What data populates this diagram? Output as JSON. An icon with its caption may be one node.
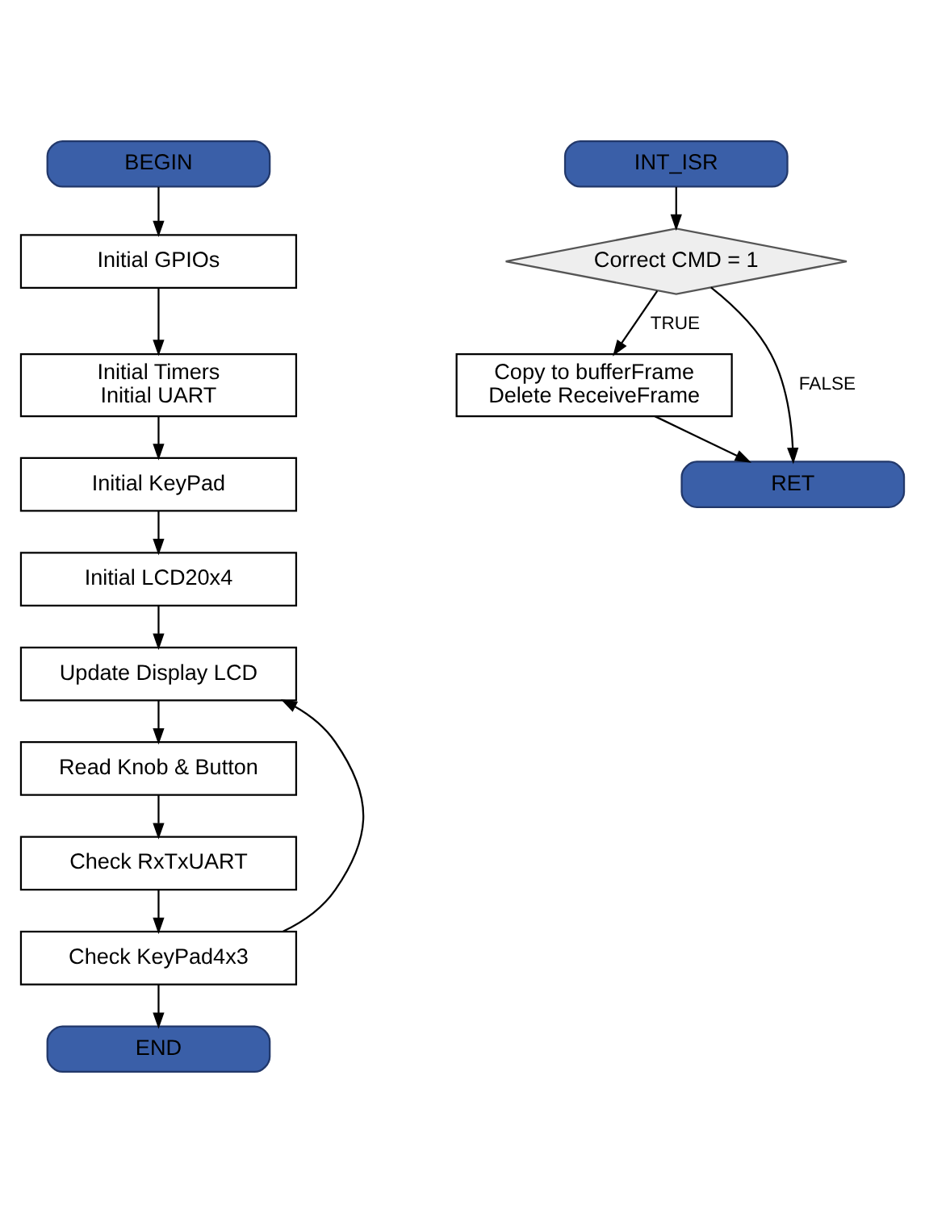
{
  "diagram": {
    "nodes": [
      {
        "text": [
          "BEGIN"
        ]
      },
      {
        "text": [
          "Initial GPIOs"
        ]
      },
      {
        "text": [
          "Initial Timers",
          "Initial UART"
        ]
      },
      {
        "text": [
          "Initial KeyPad"
        ]
      },
      {
        "text": [
          "Initial LCD20x4"
        ]
      },
      {
        "text": [
          "Update Display LCD"
        ]
      },
      {
        "text": [
          "Read Knob & Button"
        ]
      },
      {
        "text": [
          "Check RxTxUART"
        ]
      },
      {
        "text": [
          "Check KeyPad4x3"
        ]
      },
      {
        "text": [
          "END"
        ]
      },
      {
        "text": [
          "INT_ISR"
        ]
      },
      {
        "text": [
          "Correct CMD = 1"
        ]
      },
      {
        "text": [
          "Copy to bufferFrame",
          "Delete ReceiveFrame"
        ]
      },
      {
        "text": [
          "RET"
        ]
      }
    ],
    "edges": [
      {
        "from": 0,
        "to": 1,
        "arrow": "to"
      },
      {
        "from": 1,
        "to": 2,
        "arrow": "to"
      },
      {
        "from": 2,
        "to": 3,
        "arrow": "to"
      },
      {
        "from": 3,
        "to": 4,
        "arrow": "to"
      },
      {
        "from": 4,
        "to": 5,
        "arrow": "to"
      },
      {
        "from": 5,
        "to": 6,
        "arrow": "to"
      },
      {
        "from": 6,
        "to": 7,
        "arrow": "to"
      },
      {
        "from": 7,
        "to": 8,
        "arrow": "to"
      },
      {
        "from": 8,
        "to": 9,
        "arrow": "to"
      },
      {
        "from": 8,
        "to": 5,
        "arrow": "to"
      },
      {
        "from": 10,
        "to": 11,
        "arrow": "to"
      },
      {
        "from": 11,
        "to": 12,
        "label": "TRUE",
        "arrow": "to"
      },
      {
        "from": 11,
        "to": 13,
        "label": "FALSE",
        "arrow": "to"
      },
      {
        "from": 12,
        "to": 13,
        "arrow": "to"
      }
    ]
  }
}
